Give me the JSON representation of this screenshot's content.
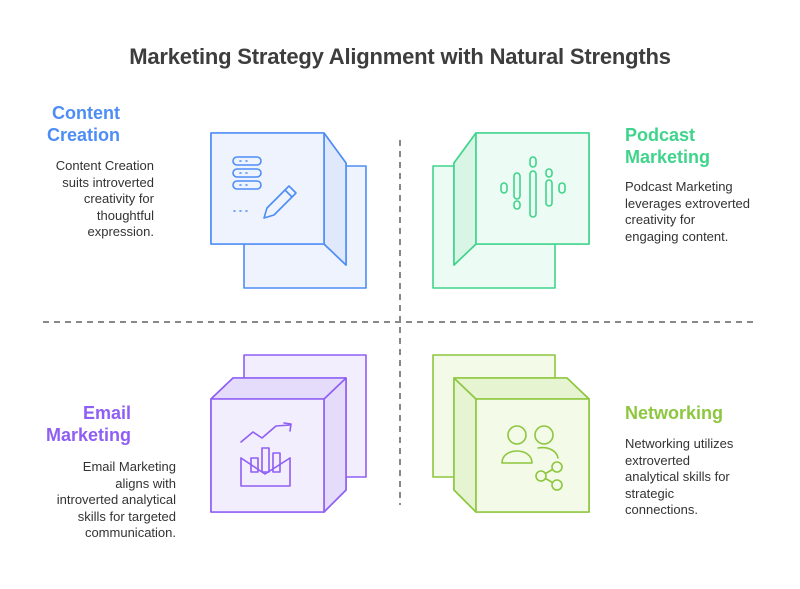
{
  "title": "Marketing Strategy Alignment with Natural Strengths",
  "quadrants": [
    {
      "heading_lines": [
        "Content",
        "Creation"
      ],
      "description_lines": [
        "Content Creation",
        "suits introverted",
        "creativity for",
        "thoughtful",
        "expression."
      ],
      "color": "#4d8df5",
      "fill": "#eef3fd",
      "icon": "database-pencil-icon"
    },
    {
      "heading_lines": [
        "Podcast",
        "Marketing"
      ],
      "description_lines": [
        "Podcast Marketing",
        "leverages extroverted",
        "creativity for",
        "engaging content."
      ],
      "color": "#3fd48b",
      "fill": "#ecfbf3",
      "icon": "audio-waveform-icon"
    },
    {
      "heading_lines": [
        "Email",
        "Marketing"
      ],
      "description_lines": [
        "Email Marketing",
        "aligns with",
        "introverted analytical",
        "skills for targeted",
        "communication."
      ],
      "color": "#8f5ef5",
      "fill": "#f2eefd",
      "icon": "email-chart-icon"
    },
    {
      "heading_lines": [
        "Networking"
      ],
      "description_lines": [
        "Networking utilizes",
        "extroverted",
        "analytical skills for",
        "strategic",
        "connections."
      ],
      "color": "#8dc63f",
      "fill": "#f3fae7",
      "icon": "people-network-icon"
    }
  ]
}
